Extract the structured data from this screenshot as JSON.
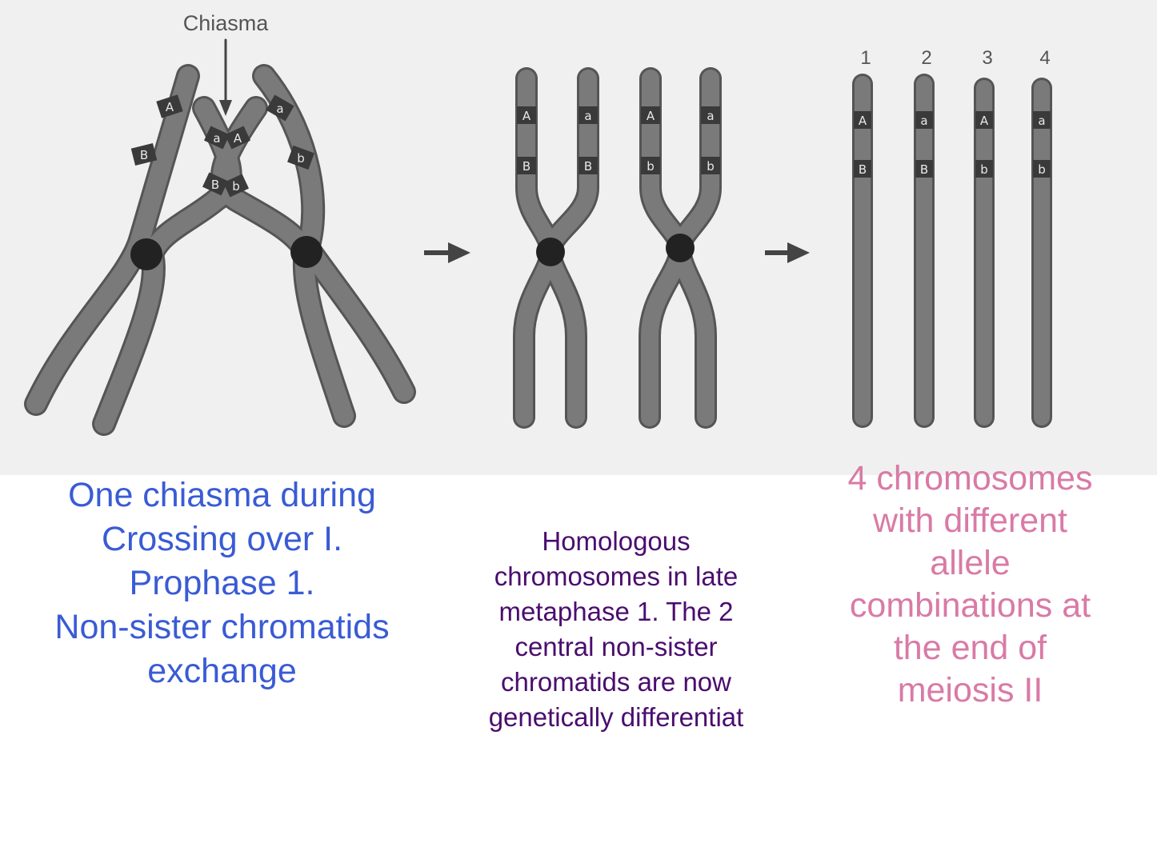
{
  "diagram": {
    "chiasma_label": "Chiasma",
    "chromatid_numbers": [
      "1",
      "2",
      "3",
      "4"
    ],
    "stage3_alleles": [
      {
        "top": "A",
        "bottom": "B"
      },
      {
        "top": "a",
        "bottom": "B"
      },
      {
        "top": "A",
        "bottom": "b"
      },
      {
        "top": "a",
        "bottom": "b"
      }
    ],
    "stage2_alleles": [
      {
        "top": "A",
        "bottom": "B"
      },
      {
        "top": "a",
        "bottom": "B"
      },
      {
        "top": "A",
        "bottom": "b"
      },
      {
        "top": "a",
        "bottom": "b"
      }
    ],
    "stage1_alleles": {
      "left_outer": [
        "A",
        "B"
      ],
      "left_inner": [
        "a",
        "B"
      ],
      "right_inner": [
        "A",
        "b"
      ],
      "right_outer": [
        "a",
        "b"
      ]
    },
    "colors": {
      "background": "#f0f0f0",
      "chromatid": "#777777",
      "chromatid_edge": "#555555",
      "centromere": "#222222",
      "band": "#3a3a3a"
    }
  },
  "captions": {
    "left": "One chiasma during\nCrossing over I.\nProphase 1.\nNon-sister chromatids\nexchange",
    "middle": "Homologous\nchromosomes in late\nmetaphase 1. The 2\ncentral non-sister\nchromatids are now\ngenetically differentiat",
    "right": "4 chromosomes\nwith different\nallele\ncombinations at\nthe end of\nmeiosis II"
  }
}
